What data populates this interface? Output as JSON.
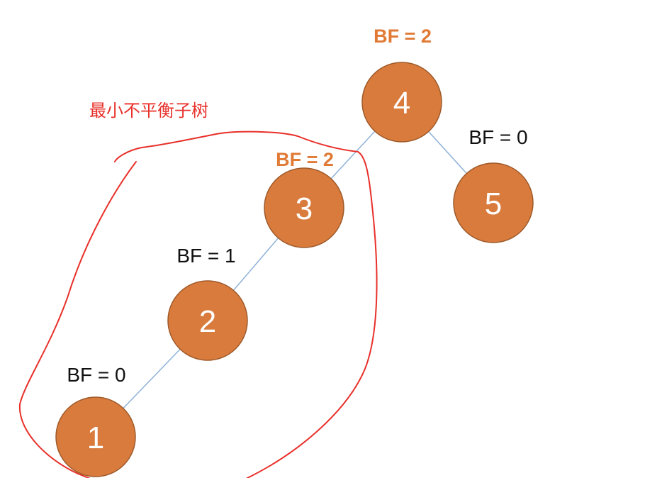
{
  "diagram": {
    "annotation": "最小不平衡子树",
    "nodes": [
      {
        "id": "n4",
        "label": "4",
        "bf": "BF = 2",
        "bf_alert": true
      },
      {
        "id": "n3",
        "label": "3",
        "bf": "BF = 2",
        "bf_alert": true
      },
      {
        "id": "n5",
        "label": "5",
        "bf": "BF = 0",
        "bf_alert": false
      },
      {
        "id": "n2",
        "label": "2",
        "bf": "BF = 1",
        "bf_alert": false
      },
      {
        "id": "n1",
        "label": "1",
        "bf": "BF = 0",
        "bf_alert": false
      }
    ],
    "edges": [
      {
        "from": "n4",
        "to": "n3"
      },
      {
        "from": "n4",
        "to": "n5"
      },
      {
        "from": "n3",
        "to": "n2"
      },
      {
        "from": "n2",
        "to": "n1"
      }
    ]
  },
  "colors": {
    "node_fill": "#D97B3D",
    "node_stroke": "#9E5A2A",
    "edge": "#8FB2D8",
    "bf_alert": "#E07A35",
    "annotation": "#E8302A"
  }
}
